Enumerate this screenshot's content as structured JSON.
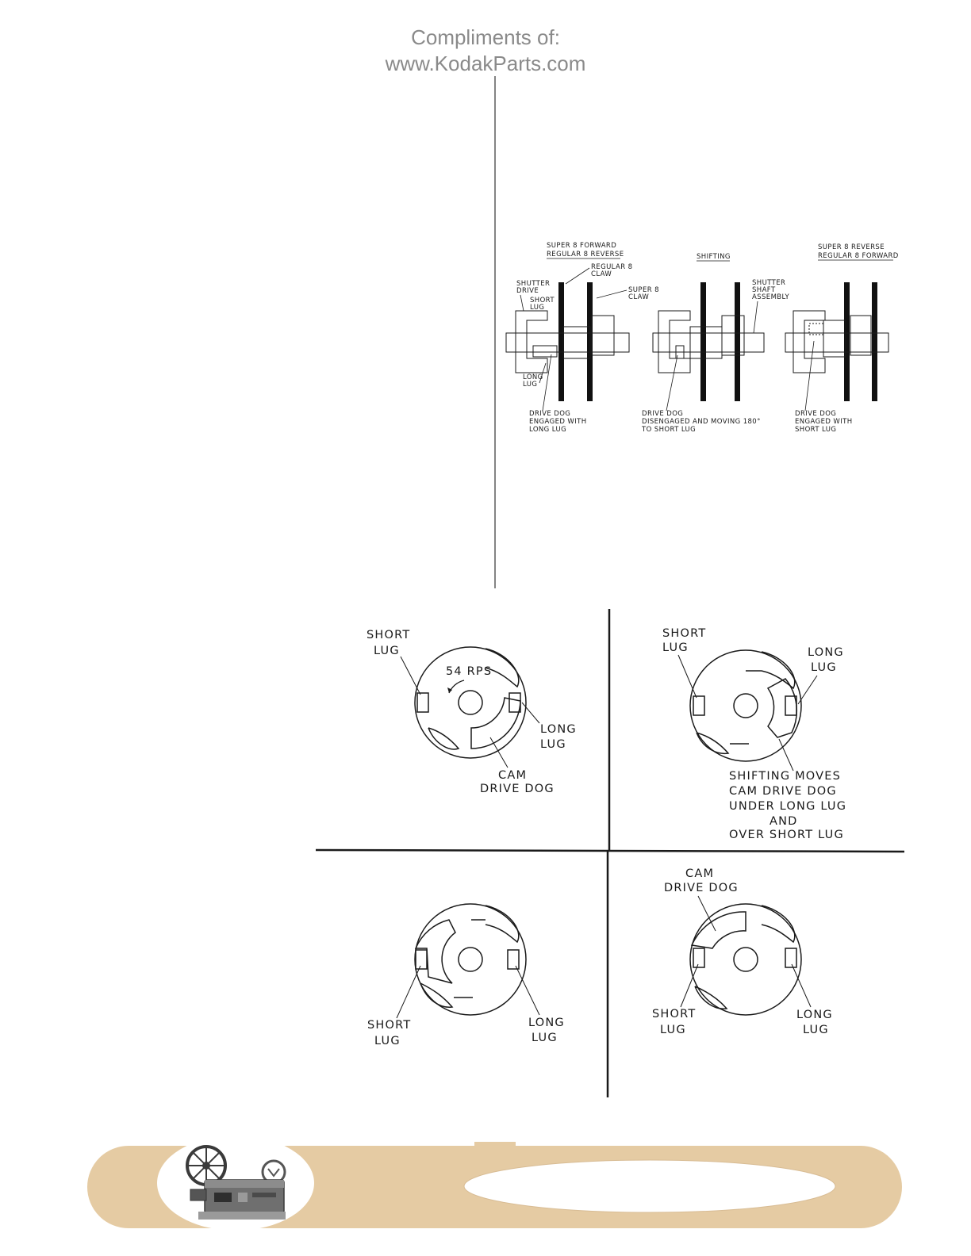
{
  "credit": {
    "line1": "Compliments of:",
    "line2": "www.KodakParts.com"
  },
  "shaft_figure": {
    "panels": [
      {
        "headings": [
          "SUPER 8 FORWARD",
          "REGULAR 8 REVERSE"
        ],
        "labels": {
          "regular8_claw": [
            "REGULAR 8",
            "CLAW"
          ],
          "shutter_drive": [
            "SHUTTER",
            "DRIVE"
          ],
          "short_lug": [
            "SHORT",
            "LUG"
          ],
          "super8_claw": [
            "SUPER 8",
            "CLAW"
          ],
          "long_lug": [
            "LONG",
            "LUG"
          ],
          "caption": [
            "DRIVE DOG",
            "ENGAGED WITH",
            "LONG LUG"
          ]
        }
      },
      {
        "headings": [
          "SHIFTING"
        ],
        "labels": {
          "shutter_shaft": [
            "SHUTTER",
            "SHAFT",
            "ASSEMBLY"
          ],
          "caption": [
            "DRIVE DOG",
            "DISENGAGED AND MOVING 180°",
            "TO SHORT LUG"
          ]
        }
      },
      {
        "headings": [
          "SUPER 8 REVERSE",
          "REGULAR 8 FORWARD"
        ],
        "labels": {
          "caption": [
            "DRIVE DOG",
            "ENGAGED WITH",
            "SHORT LUG"
          ]
        }
      }
    ]
  },
  "cam_figure": {
    "quadrants": [
      {
        "short_lug": [
          "SHORT",
          "LUG"
        ],
        "long_lug": [
          "LONG",
          "LUG"
        ],
        "rps": "54 RPS",
        "cam": [
          "CAM",
          "DRIVE DOG"
        ]
      },
      {
        "short_lug": [
          "SHORT",
          "LUG"
        ],
        "long_lug": [
          "LONG",
          "LUG"
        ],
        "caption": [
          "SHIFTING MOVES",
          "CAM DRIVE DOG",
          "UNDER LONG LUG",
          "AND",
          "OVER SHORT LUG"
        ]
      },
      {
        "short_lug": [
          "SHORT",
          "LUG"
        ],
        "long_lug": [
          "LONG",
          "LUG"
        ]
      },
      {
        "cam": [
          "CAM",
          "DRIVE DOG"
        ],
        "short_lug": [
          "SHORT",
          "LUG"
        ],
        "long_lug": [
          "LONG",
          "LUG"
        ]
      }
    ]
  },
  "footer": {
    "band_color": "#e5cba3",
    "photo": "film-projector-photo"
  }
}
